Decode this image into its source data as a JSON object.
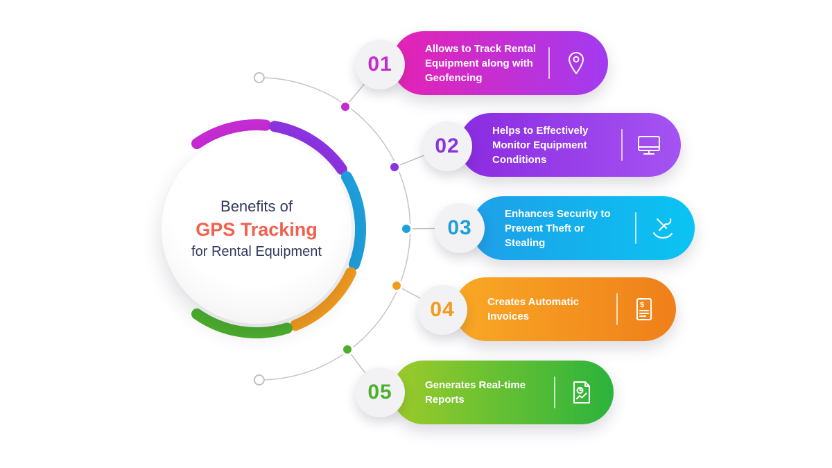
{
  "title": {
    "line1": "Benefits of",
    "line2": "GPS Tracking",
    "line3": "for Rental Equipment",
    "accent_color": "#F2604D",
    "text_color": "#30395C"
  },
  "items": [
    {
      "number": "01",
      "text": "Allows to Track Rental Equipment along with Geofencing",
      "icon": "location-pin-icon",
      "gradient_from": "#E622B4",
      "gradient_to": "#A23BF0",
      "accent": "#C42BD1"
    },
    {
      "number": "02",
      "text": "Helps to Effectively Monitor Equipment Conditions",
      "icon": "monitor-icon",
      "gradient_from": "#8A2BE0",
      "gradient_to": "#A553F2",
      "accent": "#8B33DE"
    },
    {
      "number": "03",
      "text": "Enhances Security to Prevent Theft or Stealing",
      "icon": "tools-hand-icon",
      "gradient_from": "#1E9FE8",
      "gradient_to": "#0AC4F2",
      "accent": "#1E9FDC"
    },
    {
      "number": "04",
      "text": "Creates Automatic Invoices",
      "icon": "invoice-icon",
      "gradient_from": "#F9A825",
      "gradient_to": "#EF7F1A",
      "accent": "#F29B1D"
    },
    {
      "number": "05",
      "text": "Generates Real-time Reports",
      "icon": "report-icon",
      "gradient_from": "#9DCB2A",
      "gradient_to": "#2BB33C",
      "accent": "#4CB02C"
    }
  ]
}
